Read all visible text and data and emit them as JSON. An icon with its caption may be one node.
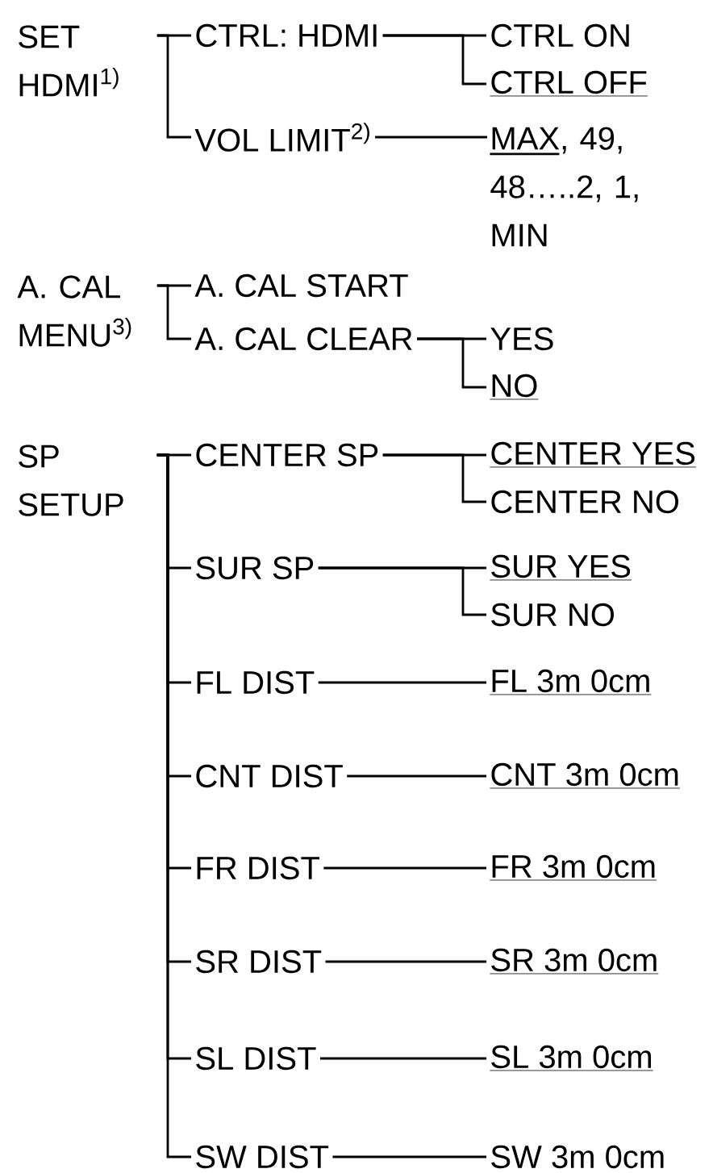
{
  "diagram": {
    "nodes": [
      {
        "text": [
          "SET HDMI$^{1)}$"
        ]
      },
      {
        "text": [
          "CTRL: HDMI"
        ]
      },
      {
        "text": [
          "CTRL ON"
        ]
      },
      {
        "text": [
          "CTRL OFF"
        ]
      },
      {
        "text": [
          "VOL LIMIT$^{2)}$"
        ]
      },
      {
        "text": [
          "MAX, 49, 48…..2, 1, MIN"
        ]
      },
      {
        "text": [
          "A. CAL MENU$^{3)}$"
        ]
      },
      {
        "text": [
          "A. CAL START"
        ]
      },
      {
        "text": [
          "A. CAL CLEAR"
        ]
      },
      {
        "text": [
          "YES"
        ]
      },
      {
        "text": [
          "NO"
        ]
      },
      {
        "text": [
          "SP SETUP"
        ]
      },
      {
        "text": [
          "CENTER SP"
        ]
      },
      {
        "text": [
          "CENTER YES"
        ]
      },
      {
        "text": [
          "CENTER NO"
        ]
      },
      {
        "text": [
          "SUR SP"
        ]
      },
      {
        "text": [
          "SUR YES"
        ]
      },
      {
        "text": [
          "SUR NO"
        ]
      },
      {
        "text": [
          "FL DIST"
        ]
      },
      {
        "text": [
          "FL 3m 0cm"
        ]
      },
      {
        "text": [
          "CNT DIST"
        ]
      },
      {
        "text": [
          "CNT 3m 0cm"
        ]
      },
      {
        "text": [
          "FR DIST"
        ]
      },
      {
        "text": [
          "FR 3m 0cm"
        ]
      },
      {
        "text": [
          "SR DIST"
        ]
      },
      {
        "text": [
          "SR 3m 0cm"
        ]
      },
      {
        "text": [
          "SL DIST"
        ]
      },
      {
        "text": [
          "SL 3m 0cm"
        ]
      },
      {
        "text": [
          "SW DIST"
        ]
      },
      {
        "text": [
          "SW 3m 0cm"
        ]
      }
    ],
    "edges": [
      {
        "from": 0,
        "to": 1,
        "arrow": "none"
      },
      {
        "from": 0,
        "to": 4,
        "arrow": "none"
      },
      {
        "from": 1,
        "to": 2,
        "arrow": "none"
      },
      {
        "from": 1,
        "to": 3,
        "arrow": "none"
      },
      {
        "from": 4,
        "to": 5,
        "arrow": "none"
      },
      {
        "from": 6,
        "to": 7,
        "arrow": "none"
      },
      {
        "from": 6,
        "to": 8,
        "arrow": "none"
      },
      {
        "from": 8,
        "to": 9,
        "arrow": "none"
      },
      {
        "from": 8,
        "to": 10,
        "arrow": "none"
      },
      {
        "from": 11,
        "to": 12,
        "arrow": "none"
      },
      {
        "from": 11,
        "to": 15,
        "arrow": "none"
      },
      {
        "from": 11,
        "to": 18,
        "arrow": "none"
      },
      {
        "from": 11,
        "to": 20,
        "arrow": "none"
      },
      {
        "from": 11,
        "to": 22,
        "arrow": "none"
      },
      {
        "from": 11,
        "to": 24,
        "arrow": "none"
      },
      {
        "from": 11,
        "to": 26,
        "arrow": "none"
      },
      {
        "from": 11,
        "to": 28,
        "arrow": "none"
      },
      {
        "from": 12,
        "to": 13,
        "arrow": "none"
      },
      {
        "from": 12,
        "to": 14,
        "arrow": "none"
      },
      {
        "from": 15,
        "to": 16,
        "arrow": "none"
      },
      {
        "from": 15,
        "to": 17,
        "arrow": "none"
      },
      {
        "from": 18,
        "to": 19,
        "arrow": "none"
      },
      {
        "from": 20,
        "to": 21,
        "arrow": "none"
      },
      {
        "from": 22,
        "to": 23,
        "arrow": "none"
      },
      {
        "from": 24,
        "to": 25,
        "arrow": "none"
      },
      {
        "from": 26,
        "to": 27,
        "arrow": "none"
      },
      {
        "from": 28,
        "to": 29,
        "arrow": "none"
      }
    ]
  }
}
